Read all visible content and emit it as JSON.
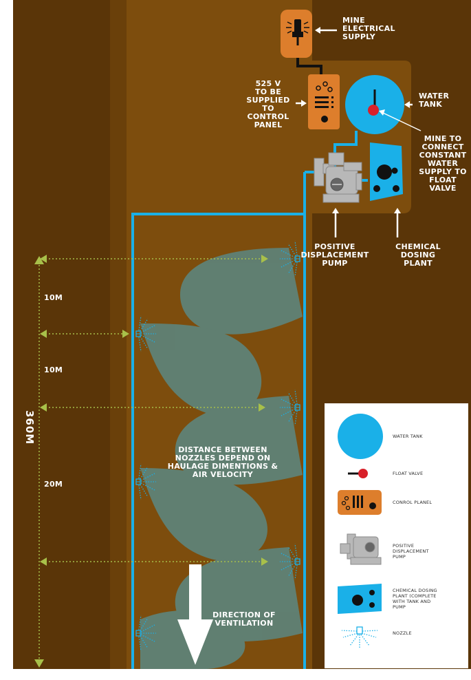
{
  "labels": {
    "mine_supply": "MINE\nELECTRICAL\nSUPPLY",
    "voltage": "525 V\nTO BE\nSUPPLIED TO\nCONTROL\nPANEL",
    "water_tank": "WATER\nTANK",
    "mine_connect": "MINE TO\nCONNECT\nCONSTANT\nWATER\nSUPPLY TO\nFLOAT VALVE",
    "pump": "POSITIVE\nDISPLACEMENT\nPUMP",
    "dosing": "CHEMICAL\nDOSING\nPLANT",
    "distance": "DISTANCE BETWEEN\nNOZZLES DEPEND ON\nHAULAGE DIMENTIONS &\nAIR VELOCITY",
    "direction": "DIRECTION OF\nVENTILATION"
  },
  "dimensions": {
    "total": "360M",
    "d1": "10M",
    "d2": "10M",
    "d3": "20M"
  },
  "legend": {
    "water_tank": "WATER TANK",
    "float_valve": "FLOAT VALVE",
    "control_panel": "CONROL PLANEL",
    "pump": "POSITIVE\nDISPLACEMENT\nPUMP",
    "dosing": "CHEMICAL DOSING\nPLANT (COMPLETE\nWITH TANK AND\nPUMP",
    "nozzle": "NOZZLE"
  },
  "colors": {
    "rock_dark": "#5a3508",
    "haulage": "#7d4d0d",
    "pipe": "#1ab0e8",
    "plume": "#49a8c3",
    "orange": "#dd7e2c",
    "grey": "#b8b8b8",
    "dim_green": "#a8c04a",
    "float_red": "#d8202a"
  }
}
